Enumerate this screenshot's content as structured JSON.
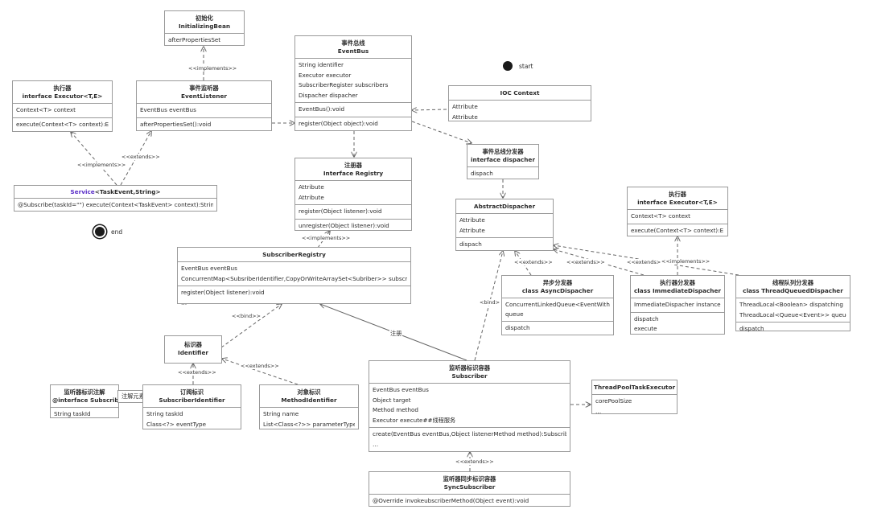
{
  "start_label": "start",
  "end_label": "end",
  "classes": {
    "initializing_bean": {
      "cn": "初始化",
      "name": "InitializingBean",
      "sections": [
        [
          "afterPropertiesSet"
        ]
      ]
    },
    "event_bus": {
      "cn": "事件总线",
      "name": "EventBus",
      "sections": [
        [
          "String identifier",
          "Executor executor",
          "SubscriberRegister subscribers",
          "Dispacher dispacher"
        ],
        [
          "EventBus():void"
        ],
        [
          "register(Object object):void"
        ]
      ]
    },
    "executor_left": {
      "cn": "执行器",
      "name": "interface Executor<T,E>",
      "sections": [
        [
          "Context<T> context"
        ],
        [
          "execute(Context<T> context):E"
        ]
      ]
    },
    "event_listener": {
      "cn": "事件监听器",
      "name": "EventListener",
      "sections": [
        [
          "EventBus eventBus"
        ],
        [
          "afterPropertiesSet():void"
        ]
      ]
    },
    "ioc_context": {
      "cn": "",
      "name": "IOC Context",
      "sections": [
        [
          "Attribute",
          "Attribute"
        ]
      ]
    },
    "bus_dispacher": {
      "cn": "事件总线分发器",
      "name": "interface dispacher",
      "sections": [
        [
          "dispach"
        ]
      ]
    },
    "registry": {
      "cn": "注册器",
      "name": "Interface Registry",
      "sections": [
        [
          "Attribute",
          "Attribute"
        ],
        [
          "register(Object listener):void"
        ],
        [
          "unregister(Object listener):void"
        ]
      ]
    },
    "service": {
      "stereotype": "Service",
      "name": "<TaskEvent,String>",
      "sections": [
        [
          "@Subscribe(taskId=\"\") execute(Context<TaskEvent> context):String"
        ]
      ]
    },
    "abstract_dispacher": {
      "cn": "",
      "name": "AbstractDispacher",
      "sections": [
        [
          "Attribute",
          "Attribute"
        ],
        [
          "dispach"
        ]
      ]
    },
    "executor_right": {
      "cn": "执行器",
      "name": "interface Executor<T,E>",
      "sections": [
        [
          "Context<T> context"
        ],
        [
          "execute(Context<T> context):E"
        ]
      ]
    },
    "subscriber_registry": {
      "cn": "",
      "name": "SubscriberRegistry",
      "sections": [
        [
          "EventBus eventBus",
          "ConcurrentMap<SubsriberIdentifier,CopyOrWriteArraySet<Subriber>> subscriber"
        ],
        [
          "register(Object listener):void",
          "…"
        ]
      ]
    },
    "async_dispacher": {
      "cn": "异步分发器",
      "name": "class AsyncDispacher",
      "sections": [
        [
          "ConcurrentLinkedQueue<EventWithSubscriber> queue"
        ],
        [
          "dispatch"
        ]
      ]
    },
    "immediate_dispacher": {
      "cn": "执行器分发器",
      "name": "class ImmediateDispacher",
      "sections": [
        [
          "ImmediateDispacher instance"
        ],
        [
          "dispatch",
          "execute"
        ]
      ]
    },
    "thread_queued_dispacher": {
      "cn": "线程队列分发器",
      "name": "class ThreadQueuedDispacher",
      "sections": [
        [
          "ThreadLocal<Boolean> dispatching",
          "ThreadLocal<Queue<Event>> queue"
        ],
        [
          "dispatch"
        ]
      ]
    },
    "identifier": {
      "cn": "标识器",
      "name": "Identifier",
      "sections": []
    },
    "subscribe_annotation": {
      "cn": "监听器标识注解",
      "name": "@interface Subscribe",
      "sections": [
        [
          "String taskId"
        ]
      ]
    },
    "subscriber_identifier": {
      "cn": "订阅标识",
      "name": "SubscriberIdentifier",
      "sections": [
        [
          "String taskId",
          "Class<?> eventType"
        ]
      ]
    },
    "method_identifier": {
      "cn": "对象标识",
      "name": "MethodIdentifier",
      "sections": [
        [
          "String name",
          "List<Class<?>> parameterTypes"
        ]
      ]
    },
    "subscriber": {
      "cn": "监听器标识容器",
      "name": "Subscriber",
      "sections": [
        [
          "EventBus eventBus",
          "Object target",
          "Method method",
          "Executor execute##线程服务"
        ],
        [
          "create(EventBus eventBus,Object listenerMethod method):Subscriber",
          "…"
        ]
      ]
    },
    "thread_pool": {
      "cn": "",
      "name": "ThreadPoolTaskExecutor",
      "sections": [
        [
          "corePoolSize",
          "…"
        ]
      ]
    },
    "sync_subscriber": {
      "cn": "监听器同步标识容器",
      "name": "SyncSubscriber",
      "sections": [
        [
          "@Override invokeubscriberMethod(Object event):void"
        ]
      ]
    }
  },
  "note_text": "注解元素",
  "edge_labels": {
    "implements_bean": "<<implements>>",
    "implements_executor_left": "<<implements>>",
    "extends_listener": "<<extends>>",
    "implements_registry": "<<implements>>",
    "bind_identifier": "<<bind>>",
    "register": "注册",
    "bind_dispacher": "<bind>",
    "extends_async": "<<extends>>",
    "extends_immediate": "<<extends>>",
    "extends_threadqueue": "<<extends>>",
    "implements_executor_right": "<<implements>>",
    "extends_identifier": "<<extends>>",
    "extends_method": "<<extends>>",
    "extends_sync": "<<extends>>"
  }
}
